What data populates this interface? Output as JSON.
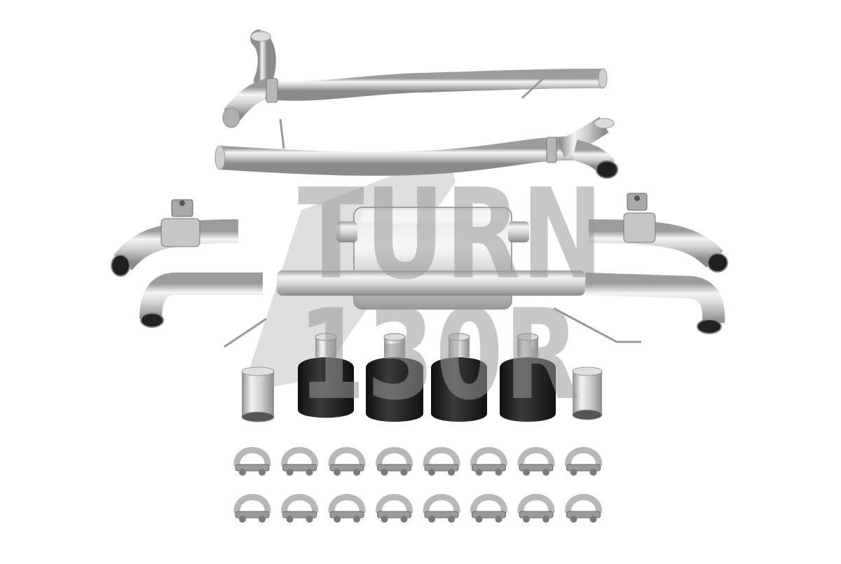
{
  "image": {
    "subject": "exhaust-system-kit",
    "background": "#ffffff"
  },
  "watermark": {
    "line1": "TURN",
    "line2": "130R",
    "color": "#9a9a9a"
  },
  "parts": {
    "black_tips": 4,
    "polished_tips": 2,
    "clamps_per_row": 8,
    "clamp_rows": 2
  },
  "colors": {
    "steel_light": "#eeeeee",
    "steel_mid": "#c9c9c9",
    "steel_dark": "#8d8d8d",
    "tip_black": "#1c1c1c"
  }
}
